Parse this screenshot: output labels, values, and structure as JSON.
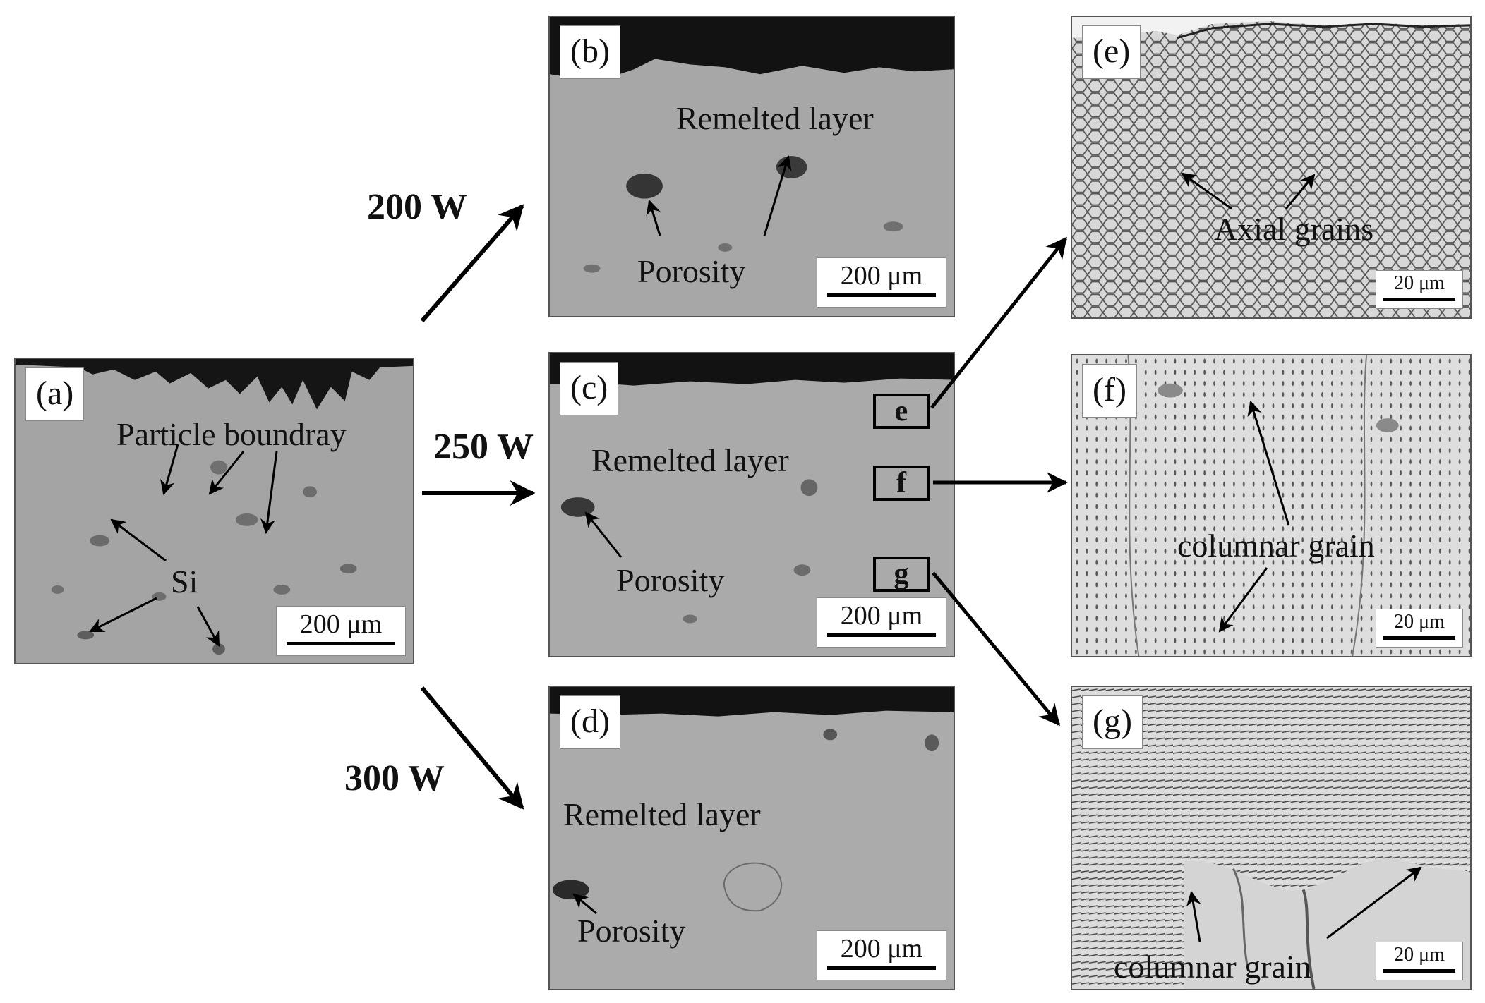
{
  "figure": {
    "powers": [
      "200 W",
      "250 W",
      "300 W"
    ],
    "panels": {
      "a": {
        "tag": "(a)",
        "scale": "200 μm",
        "labels": [
          "Particle boundray",
          "Si"
        ]
      },
      "b": {
        "tag": "(b)",
        "scale": "200 μm",
        "labels": [
          "Remelted layer",
          "Porosity"
        ]
      },
      "c": {
        "tag": "(c)",
        "scale": "200 μm",
        "labels": [
          "Remelted layer",
          "Porosity"
        ],
        "boxes": [
          "e",
          "f",
          "g"
        ]
      },
      "d": {
        "tag": "(d)",
        "scale": "200 μm",
        "labels": [
          "Remelted layer",
          "Porosity"
        ]
      },
      "e": {
        "tag": "(e)",
        "scale": "20 μm",
        "labels": [
          "Axial grains"
        ]
      },
      "f": {
        "tag": "(f)",
        "scale": "20 μm",
        "labels": [
          "columnar grain"
        ]
      },
      "g": {
        "tag": "(g)",
        "scale": "20 μm",
        "labels": [
          "columnar grain"
        ]
      }
    }
  }
}
